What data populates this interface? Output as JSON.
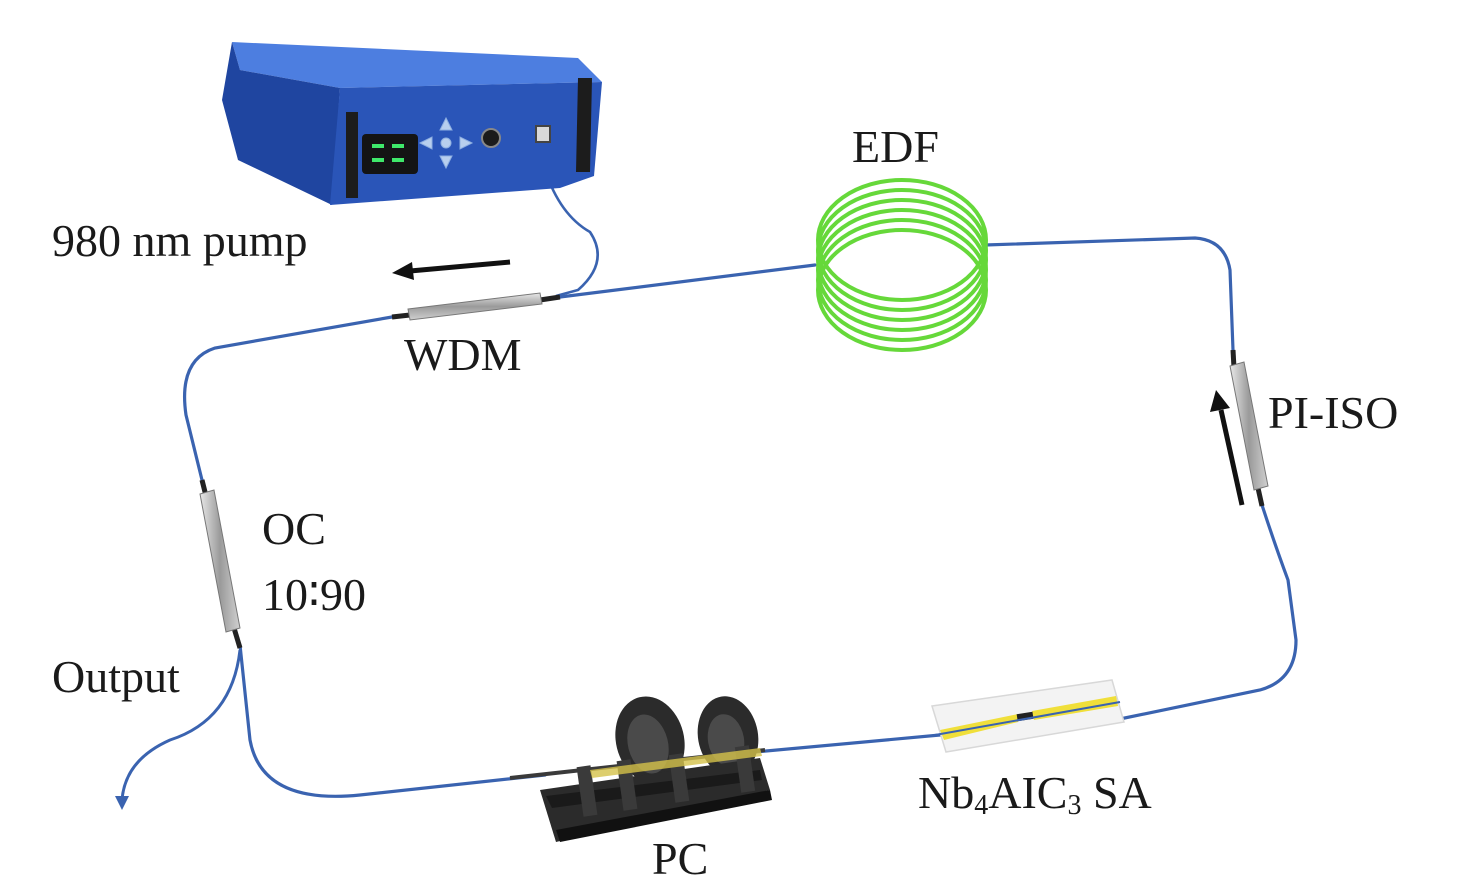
{
  "labels": {
    "pump": "980 nm pump",
    "edf": "EDF",
    "wdm": "WDM",
    "isolator": "PI-ISO",
    "coupler_name": "OC",
    "coupler_ratio": "10∶90",
    "output": "Output",
    "polarization_controller": "PC",
    "sa_prefix": "Nb",
    "sa_sub1": "4",
    "sa_middle": "AIC",
    "sa_sub2": "3",
    "sa_suffix": " SA"
  },
  "colors": {
    "fiber": "#3a63b0",
    "pump_body": "#2a55b8",
    "edf_coil": "#66d83a",
    "sa_gold": "#f0df3a",
    "pc_body": "#2b2b2b",
    "display_green": "#3fe86a",
    "arrow": "#111111"
  },
  "icons": {
    "pump": "pump-laser-icon",
    "edf": "fiber-coil-icon",
    "wdm": "coupler-icon",
    "isolator": "isolator-icon",
    "coupler": "output-coupler-icon",
    "pc": "polarization-controller-icon",
    "sa": "saturable-absorber-icon"
  }
}
